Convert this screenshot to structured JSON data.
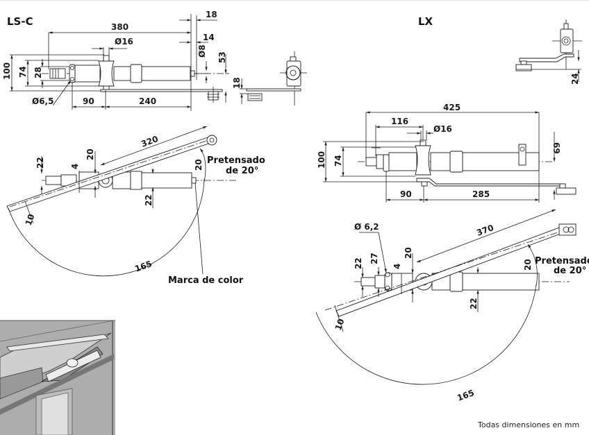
{
  "units_note": "Todas dimensiones en mm",
  "models": [
    {
      "id": "ls-c",
      "title": "LS-C",
      "top_view": {
        "overall_length": "380",
        "pin_diameter": "Ø16",
        "end_offset_a": "18",
        "end_offset_b": "14",
        "rod_diameter": "Ø8",
        "height_to_axis": "53",
        "bracket_height": "18",
        "total_height": "100",
        "body_height": "74",
        "mount_height": "28",
        "hole_diameter": "Ø6,5",
        "seg_left": "90",
        "seg_right": "240"
      },
      "arm_view": {
        "arm_length": "320",
        "dim_22_top": "22",
        "dim_4": "4",
        "dim_20_left": "20",
        "dim_20_right": "20",
        "dim_22_bottom": "22",
        "dim_10": "10",
        "arc_165": "165",
        "pretension_line1": "Pretensado",
        "pretension_line2": "de 20°",
        "color_mark": "Marca de color"
      }
    },
    {
      "id": "lx",
      "title": "LX",
      "side_view": {
        "bracket_drop": "24"
      },
      "top_view": {
        "overall_length": "425",
        "pin_offset": "116",
        "pin_diameter": "Ø16",
        "height_to_axis": "69",
        "total_height": "100",
        "body_height": "74",
        "seg_left": "90",
        "seg_right": "285"
      },
      "arm_view": {
        "hole_diameter": "Ø 6,2",
        "arm_length": "370",
        "dim_22_top": "22",
        "dim_27": "27",
        "dim_4": "4",
        "dim_20_left": "20",
        "dim_20_right": "20",
        "dim_22_bottom": "22",
        "dim_10": "10",
        "arc_165": "165",
        "pretension_line1": "Pretensado",
        "pretension_line2": "de 20°"
      }
    }
  ],
  "illustration": {
    "subject": "door-closer-installed-on-door"
  }
}
